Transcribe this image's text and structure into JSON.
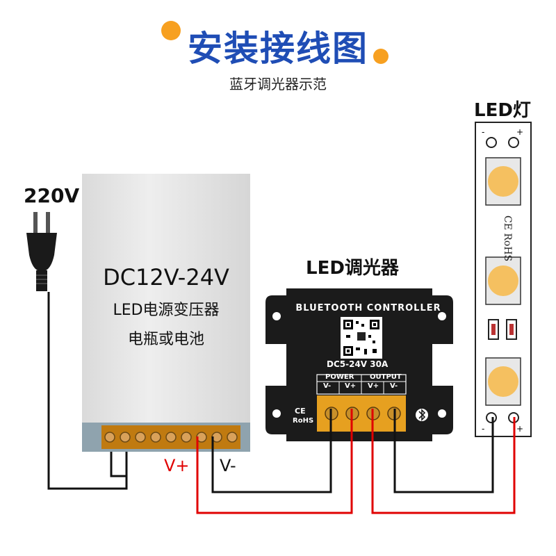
{
  "title": "安装接线图",
  "subtitle": "蓝牙调光器示范",
  "mains": {
    "label": "220V"
  },
  "power_supply": {
    "line1": "DC12V-24V",
    "line2": "LED电源变压器",
    "line3": "电瓶或电池",
    "vplus": "V+",
    "vminus": "V-"
  },
  "controller": {
    "label": "LED调光器",
    "name": "BLUETOOTH CONTROLLER",
    "spec": "DC5-24V 30A",
    "power_label": "POWER",
    "output_label": "OUTPUT",
    "terminals": [
      "V-",
      "V+",
      "V+",
      "V-"
    ],
    "ce": "CE",
    "rohs": "RoHS"
  },
  "strip": {
    "label": "LED灯",
    "ce_rohs": "CE RoHS",
    "minus": "-",
    "plus": "+"
  },
  "colors": {
    "title": "#1f4db5",
    "accent": "#f7a020",
    "wire_red": "#e00000",
    "wire_black": "#111111"
  },
  "icons": [
    "plug-icon",
    "bluetooth-icon",
    "qr-code-icon"
  ]
}
